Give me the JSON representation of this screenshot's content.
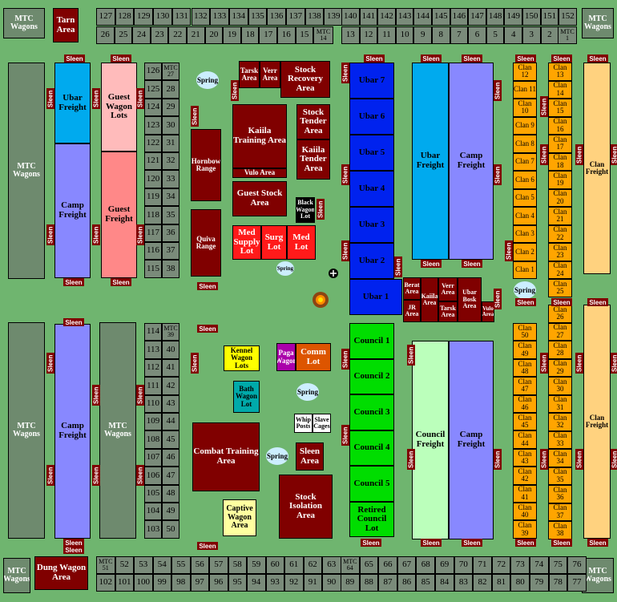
{
  "map": {
    "top_row_1": [
      "127",
      "128",
      "129",
      "130",
      "131",
      "132",
      "133",
      "134",
      "135",
      "136",
      "137",
      "138",
      "139"
    ],
    "top_row_2": [
      "26",
      "25",
      "24",
      "23",
      "22",
      "21",
      "20",
      "19",
      "18",
      "17",
      "16",
      "15"
    ],
    "top_right_row_1": [
      "140",
      "141",
      "142",
      "143",
      "144",
      "145",
      "146",
      "147",
      "148",
      "149",
      "150",
      "151",
      "152"
    ],
    "top_right_row_2": [
      "13",
      "12",
      "11",
      "10",
      "9",
      "8",
      "7",
      "6",
      "5",
      "4",
      "3",
      "2"
    ],
    "mtc_14": "MTC 14",
    "mtc_1": "MTC 1",
    "mtc_wagons": "MTC Wagons",
    "tarn_area": "Tarn Area",
    "col_a_left": [
      "126",
      "125",
      "124",
      "123",
      "122",
      "121",
      "120",
      "119",
      "118",
      "117",
      "116",
      "115"
    ],
    "col_a_right": [
      "MTC 27",
      "28",
      "29",
      "30",
      "31",
      "32",
      "33",
      "34",
      "35",
      "36",
      "37",
      "38"
    ],
    "col_b_left": [
      "114",
      "113",
      "112",
      "111",
      "110",
      "109",
      "108",
      "107",
      "106",
      "105",
      "104",
      "103"
    ],
    "col_b_right": [
      "MTC 39",
      "40",
      "41",
      "42",
      "43",
      "44",
      "45",
      "46",
      "47",
      "48",
      "49",
      "50"
    ],
    "bottom_row_1": [
      "MTC 51",
      "52",
      "53",
      "54",
      "55",
      "56",
      "57",
      "58",
      "59",
      "60",
      "61",
      "62",
      "63"
    ],
    "bottom_row_2": [
      "102",
      "101",
      "100",
      "99",
      "98",
      "97",
      "96",
      "95",
      "94",
      "93",
      "92",
      "91",
      "90"
    ],
    "bottom_right_row_1": [
      "MTC 64",
      "65",
      "66",
      "67",
      "68",
      "69",
      "70",
      "71",
      "72",
      "73",
      "74",
      "75",
      "76"
    ],
    "bottom_right_row_2": [
      "89",
      "88",
      "87",
      "86",
      "85",
      "84",
      "83",
      "82",
      "81",
      "80",
      "79",
      "78",
      "77"
    ],
    "clan_col_1": [
      "Clan 12",
      "Clan 11",
      "Clan 10",
      "Clan 9",
      "Clan 8",
      "Clan 7",
      "Clan 6",
      "Clan 5",
      "Clan 4",
      "Clan 3",
      "Clan 2",
      "Clan 1"
    ],
    "clan_col_2": [
      "Clan 13",
      "Clan 14",
      "Clan 15",
      "Clan 16",
      "Clan 17",
      "Clan 18",
      "Clan 19",
      "Clan 20",
      "Clan 21",
      "Clan 22",
      "Clan 23",
      "Clan 24",
      "Clan 25"
    ],
    "clan_col_3": [
      "Clan 50",
      "Clan 49",
      "Clan 48",
      "Clan 47",
      "Clan 46",
      "Clan 45",
      "Clan 44",
      "Clan 43",
      "Clan 42",
      "Clan 41",
      "Clan 40",
      "Clan 39"
    ],
    "clan_col_4": [
      "Clan 26",
      "Clan 27",
      "Clan 28",
      "Clan 29",
      "Clan 30",
      "Clan 31",
      "Clan 32",
      "Clan 33",
      "Clan 34",
      "Clan 35",
      "Clan 36",
      "Clan 37",
      "Clan 38"
    ],
    "clan_freight": "Clan Freight",
    "ubar_freight": "Ubar Freight",
    "camp_freight": "Camp Freight",
    "guest_wagon_lots": "Guest Wagon Lots",
    "guest_freight": "Guest Freight",
    "council_freight": "Council Freight",
    "spring": "Spring",
    "sleen": "Sleen",
    "tarsk_area": "Tarsk Area",
    "verr_area": "Verr Area",
    "stock_recovery_area": "Stock Recovery Area",
    "kaiila_training_area": "Kaiila Training Area",
    "vulo_area": "Vulo Area",
    "stock_tender_area": "Stock Tender Area",
    "kaiila_tender_area": "Kaiila Tender Area",
    "hornbow_range": "Hornbow Range",
    "guest_stock_area": "Guest Stock Area",
    "black_wagon_lot": "Black Wagon Lot",
    "quiva_range": "Quiva Range",
    "med_supply_lot": "Med Supply Lot",
    "surg_lot": "Surg Lot",
    "med_lot": "Med Lot",
    "ubar_lots": [
      "Ubar 7",
      "Ubar 6",
      "Ubar 5",
      "Ubar 4",
      "Ubar 3",
      "Ubar 2",
      "Ubar 1"
    ],
    "berat_area": "Berat Area",
    "kaiila_area": "Kaiila Area",
    "jr_area": "JR Area",
    "verr_area_2": "Verr Area",
    "tarsk_area_2": "Tarsk Area",
    "ubar_bosk_area": "Ubar Bosk Area",
    "vulo_area_2": "Vulo Area",
    "council_lots": [
      "Council 1",
      "Council 2",
      "Council 3",
      "Council 4",
      "Council 5"
    ],
    "retired_council_lot": "Retired Council Lot",
    "kennel_wagon_lots": "Kennel Wagon Lots",
    "paga_wagon": "Paga Wagon",
    "comm_lot": "Comm Lot",
    "bath_wagon_lot": "Bath Wagon Lot",
    "whip_posts": "Whip Posts",
    "slave_cages": "Slave Cages",
    "combat_training_area": "Combat Training Area",
    "sleen_area": "Sleen Area",
    "captive_wagon_area": "Captive Wagon Area",
    "stock_isolation_area": "Stock Isolation Area",
    "dung_wagon_area": "Dung Wagon Area",
    "colors": {
      "grass": "#6fb56f",
      "dark_red": "#800000",
      "ubar_blue": "#0022ee",
      "council_green": "#00dd00",
      "clan_orange": "#ffa500"
    }
  }
}
